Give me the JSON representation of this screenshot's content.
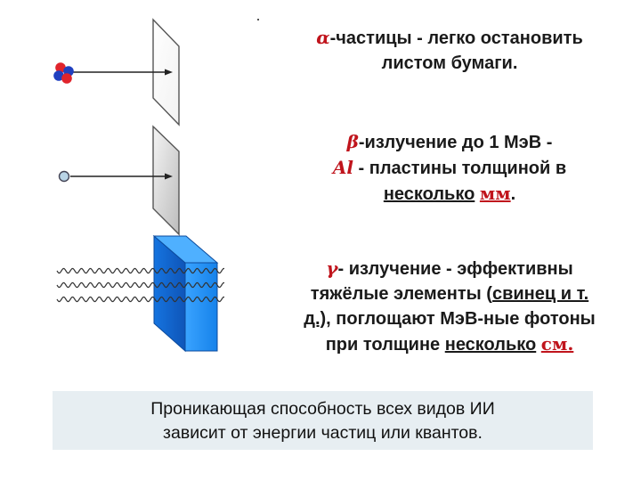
{
  "alpha": {
    "symbol": "α",
    "line1": "-частицы - легко остановить",
    "line2": "листом бумаги."
  },
  "beta": {
    "symbol": "β",
    "line1": "-излучение до 1 МэВ -",
    "al_symbol": "Al",
    "line2": " - пластины толщиной в",
    "line3": "несколько",
    "unit": "мм",
    "line3_end": "."
  },
  "gamma": {
    "symbol": "γ",
    "line1": "- излучение -  эффективны",
    "line2a": "тяжёлые элементы (",
    "line2b": "свинец и т.",
    "line3a": "д.),",
    "line3b": " поглощают МэВ-ные фотоны",
    "line4a": "при толщине ",
    "line4b": "несколько",
    "unit": "см."
  },
  "summary": {
    "line1": "Проникающая способность всех видов ИИ",
    "line2": "зависит от энергии частиц или квантов."
  },
  "colors": {
    "highlight": "#c0141c",
    "block_front": "#1e90ff",
    "block_side": "#1464c8",
    "summary_bg": "#e7eef2",
    "alpha_red": "#e0242c",
    "alpha_blue": "#2040c0"
  }
}
